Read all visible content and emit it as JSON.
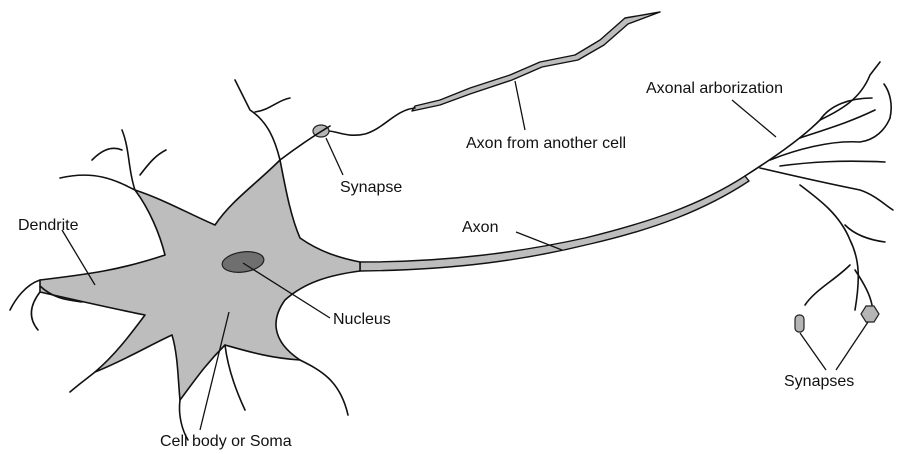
{
  "labels": {
    "axonal_arborization": "Axonal arborization",
    "axon_from_another_cell": "Axon from another cell",
    "synapse": "Synapse",
    "dendrite": "Dendrite",
    "axon": "Axon",
    "nucleus": "Nucleus",
    "synapses": "Synapses",
    "cell_body": "Cell body or Soma"
  },
  "colors": {
    "body_fill": "#bdbdbd",
    "nucleus_fill": "#6f6f6f",
    "outline": "#111111"
  }
}
